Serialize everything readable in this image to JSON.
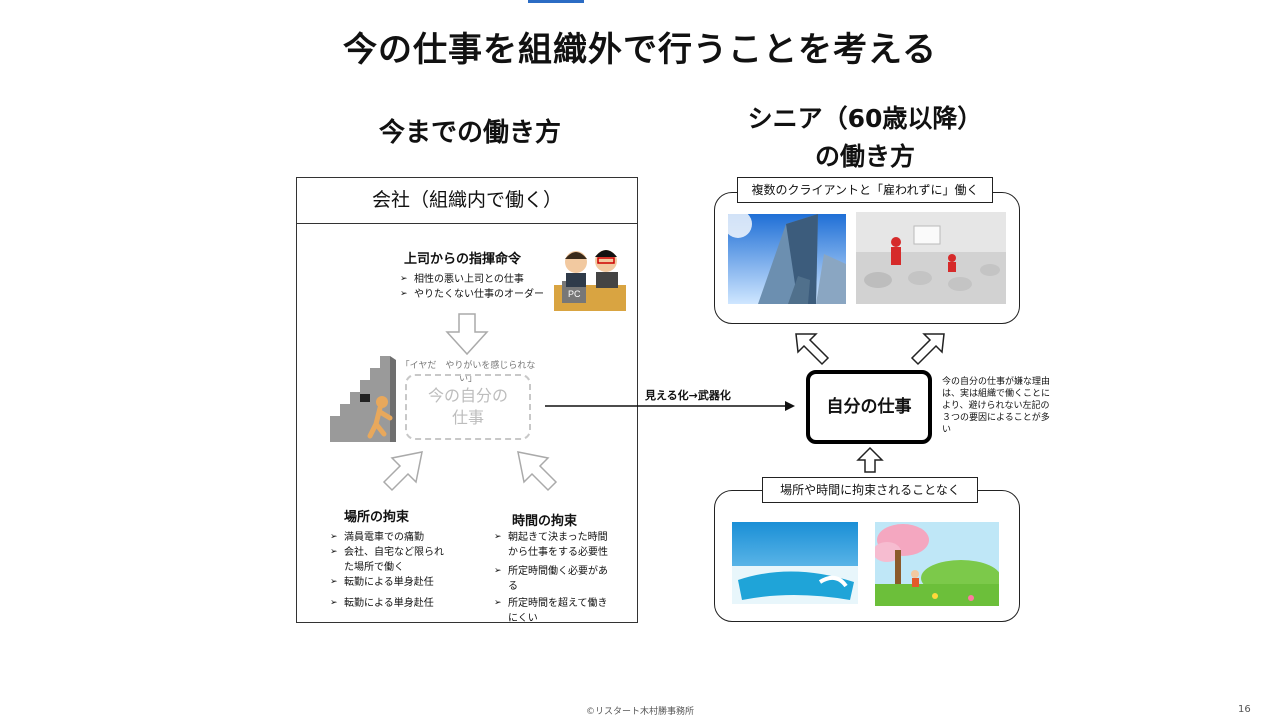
{
  "slide": {
    "title": "今の仕事を組織外で行うことを考える",
    "left_heading": "今までの働き方",
    "right_heading_line1": "シニア（60歳以降）",
    "right_heading_line2": "の働き方",
    "page_number": "16",
    "footer": "©リスタート木村勝事務所"
  },
  "left": {
    "company_label": "会社（組織内で働く）",
    "boss": {
      "title": "上司からの指揮命令",
      "items": [
        "相性の悪い上司との仕事",
        "やりたくない仕事のオーダー"
      ]
    },
    "quote": "「イヤだ　やりがいを感じられない」",
    "center_line1": "今の自分の",
    "center_line2": "仕事",
    "place": {
      "title": "場所の拘束",
      "items": [
        "満員電車での痛勤",
        "会社、自宅など限られた場所で働く",
        "転勤による単身赴任",
        "転勤による単身赴任"
      ]
    },
    "time": {
      "title": "時間の拘束",
      "items": [
        "朝起きて決まった時間から仕事をする必要性",
        "所定時間働く必要がある",
        "所定時間を超えて働きにくい"
      ]
    },
    "pc_label": "PC"
  },
  "right": {
    "arrow_label": "見える化→武器化",
    "top_box_label": "複数のクライアントと「雇われずに」働く",
    "my_work": "自分の仕事",
    "note": "今の自分の仕事が嫌な理由は、実は組織で働くことにより、避けられない左記の３つの要因によることが多い",
    "bottom_box_label": "場所や時間に拘束されることなく"
  }
}
